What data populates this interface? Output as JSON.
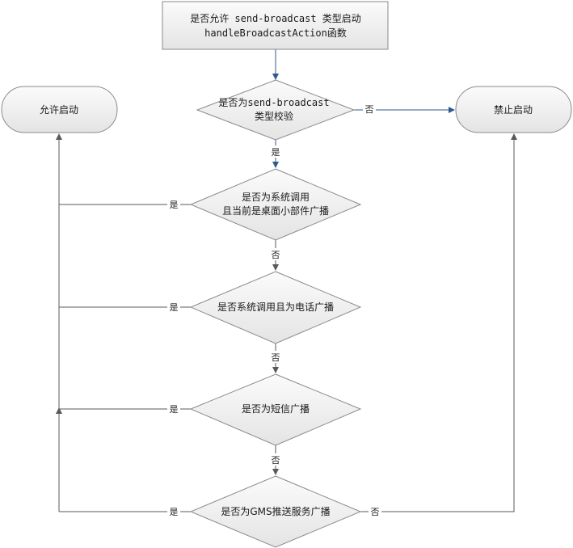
{
  "start": {
    "line1": "是否允许 send-broadcast 类型启动",
    "line2": "handleBroadcastAction函数"
  },
  "allow": {
    "label": "允许启动"
  },
  "deny": {
    "label": "禁止启动"
  },
  "decisions": [
    {
      "line1": "是否为send-broadcast",
      "line2": "类型校验"
    },
    {
      "line1": "是否为系统调用",
      "line2": "且当前是桌面小部件广播"
    },
    {
      "line1": "是否系统调用且为电话广播",
      "line2": ""
    },
    {
      "line1": "是否为短信广播",
      "line2": ""
    },
    {
      "line1": "是否为GMS推送服务广播",
      "line2": ""
    }
  ],
  "edge_labels": {
    "yes": "是",
    "no": "否"
  }
}
